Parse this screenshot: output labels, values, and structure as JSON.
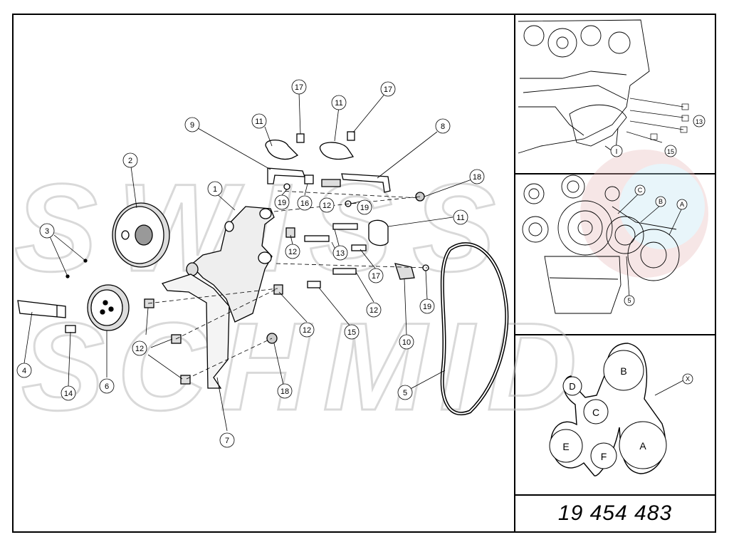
{
  "watermark": {
    "line1": "SWISS",
    "line2": "SCHMID"
  },
  "callouts": [
    {
      "label": "1"
    },
    {
      "label": "2"
    },
    {
      "label": "3"
    },
    {
      "label": "4"
    },
    {
      "label": "5"
    },
    {
      "label": "6"
    },
    {
      "label": "7"
    },
    {
      "label": "8"
    },
    {
      "label": "9"
    },
    {
      "label": "10"
    },
    {
      "label": "11"
    },
    {
      "label": "11"
    },
    {
      "label": "11"
    },
    {
      "label": "12"
    },
    {
      "label": "12"
    },
    {
      "label": "12"
    },
    {
      "label": "12"
    },
    {
      "label": "12"
    },
    {
      "label": "13"
    },
    {
      "label": "14"
    },
    {
      "label": "15"
    },
    {
      "label": "16"
    },
    {
      "label": "17"
    },
    {
      "label": "17"
    },
    {
      "label": "17"
    },
    {
      "label": "18"
    },
    {
      "label": "18"
    },
    {
      "label": "19"
    },
    {
      "label": "19"
    },
    {
      "label": "19"
    }
  ],
  "view_top_right": {
    "labels": [
      "I",
      "13",
      "15"
    ]
  },
  "view_mid_right": {
    "labels": [
      "A",
      "B",
      "C",
      "5"
    ]
  },
  "belt_routing": {
    "pulleys": [
      "A",
      "B",
      "C",
      "D",
      "E",
      "F"
    ],
    "belt_label": "X"
  },
  "part_number": "19 454 483"
}
